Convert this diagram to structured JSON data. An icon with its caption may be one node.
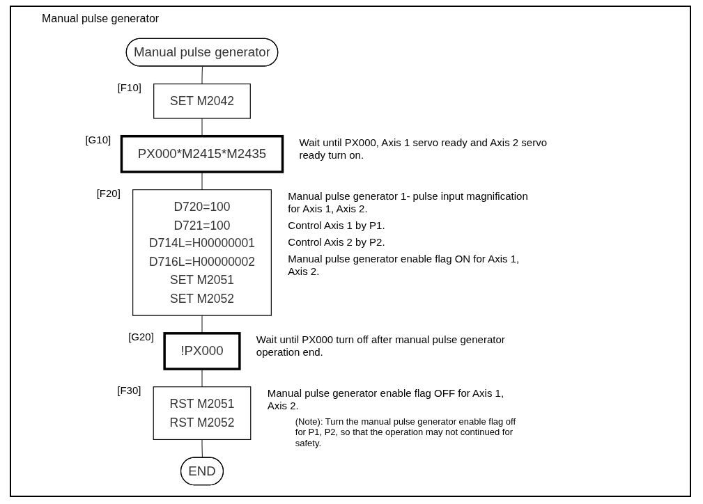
{
  "diagram": {
    "title": "Manual pulse generator",
    "nodes": [
      {
        "text": [
          "Manual pulse generator"
        ]
      },
      {
        "text": [
          "SET M2042"
        ],
        "beside": [
          "[F10]"
        ]
      },
      {
        "text": [
          "PX000*M2415*M2435"
        ],
        "beside": [
          "[G10]",
          "Wait until PX000, Axis 1 servo ready and Axis 2 servo ready turn on."
        ]
      },
      {
        "text": [
          "D720=100",
          "D721=100",
          "D714L=H00000001",
          "D716L=H00000002",
          "SET M2051",
          "SET M2052"
        ],
        "beside": [
          "[F20]",
          "Manual pulse generator 1- pulse input magnification for Axis 1, Axis 2.",
          "Control Axis 1 by P1.",
          "Control Axis 2 by P2.",
          "Manual pulse generator enable flag ON for Axis 1, Axis 2."
        ]
      },
      {
        "text": [
          "!PX000"
        ],
        "beside": [
          "[G20]",
          "Wait until PX000 turn off after manual pulse generator operation end."
        ]
      },
      {
        "text": [
          "RST M2051",
          "RST M2052"
        ],
        "beside": [
          "[F30]",
          "Manual pulse generator enable flag OFF for Axis 1, Axis 2.",
          "(Note): Turn the manual pulse generator enable flag off for P1, P2, so that the operation may not continued for safety."
        ]
      },
      {
        "text": [
          "END"
        ]
      }
    ],
    "edges": [
      {
        "from": 0,
        "to": 1,
        "arrow": "none"
      },
      {
        "from": 1,
        "to": 2,
        "arrow": "none"
      },
      {
        "from": 2,
        "to": 3,
        "arrow": "none"
      },
      {
        "from": 3,
        "to": 4,
        "arrow": "none"
      },
      {
        "from": 4,
        "to": 5,
        "arrow": "none"
      },
      {
        "from": 5,
        "to": 6,
        "arrow": "none"
      }
    ]
  }
}
